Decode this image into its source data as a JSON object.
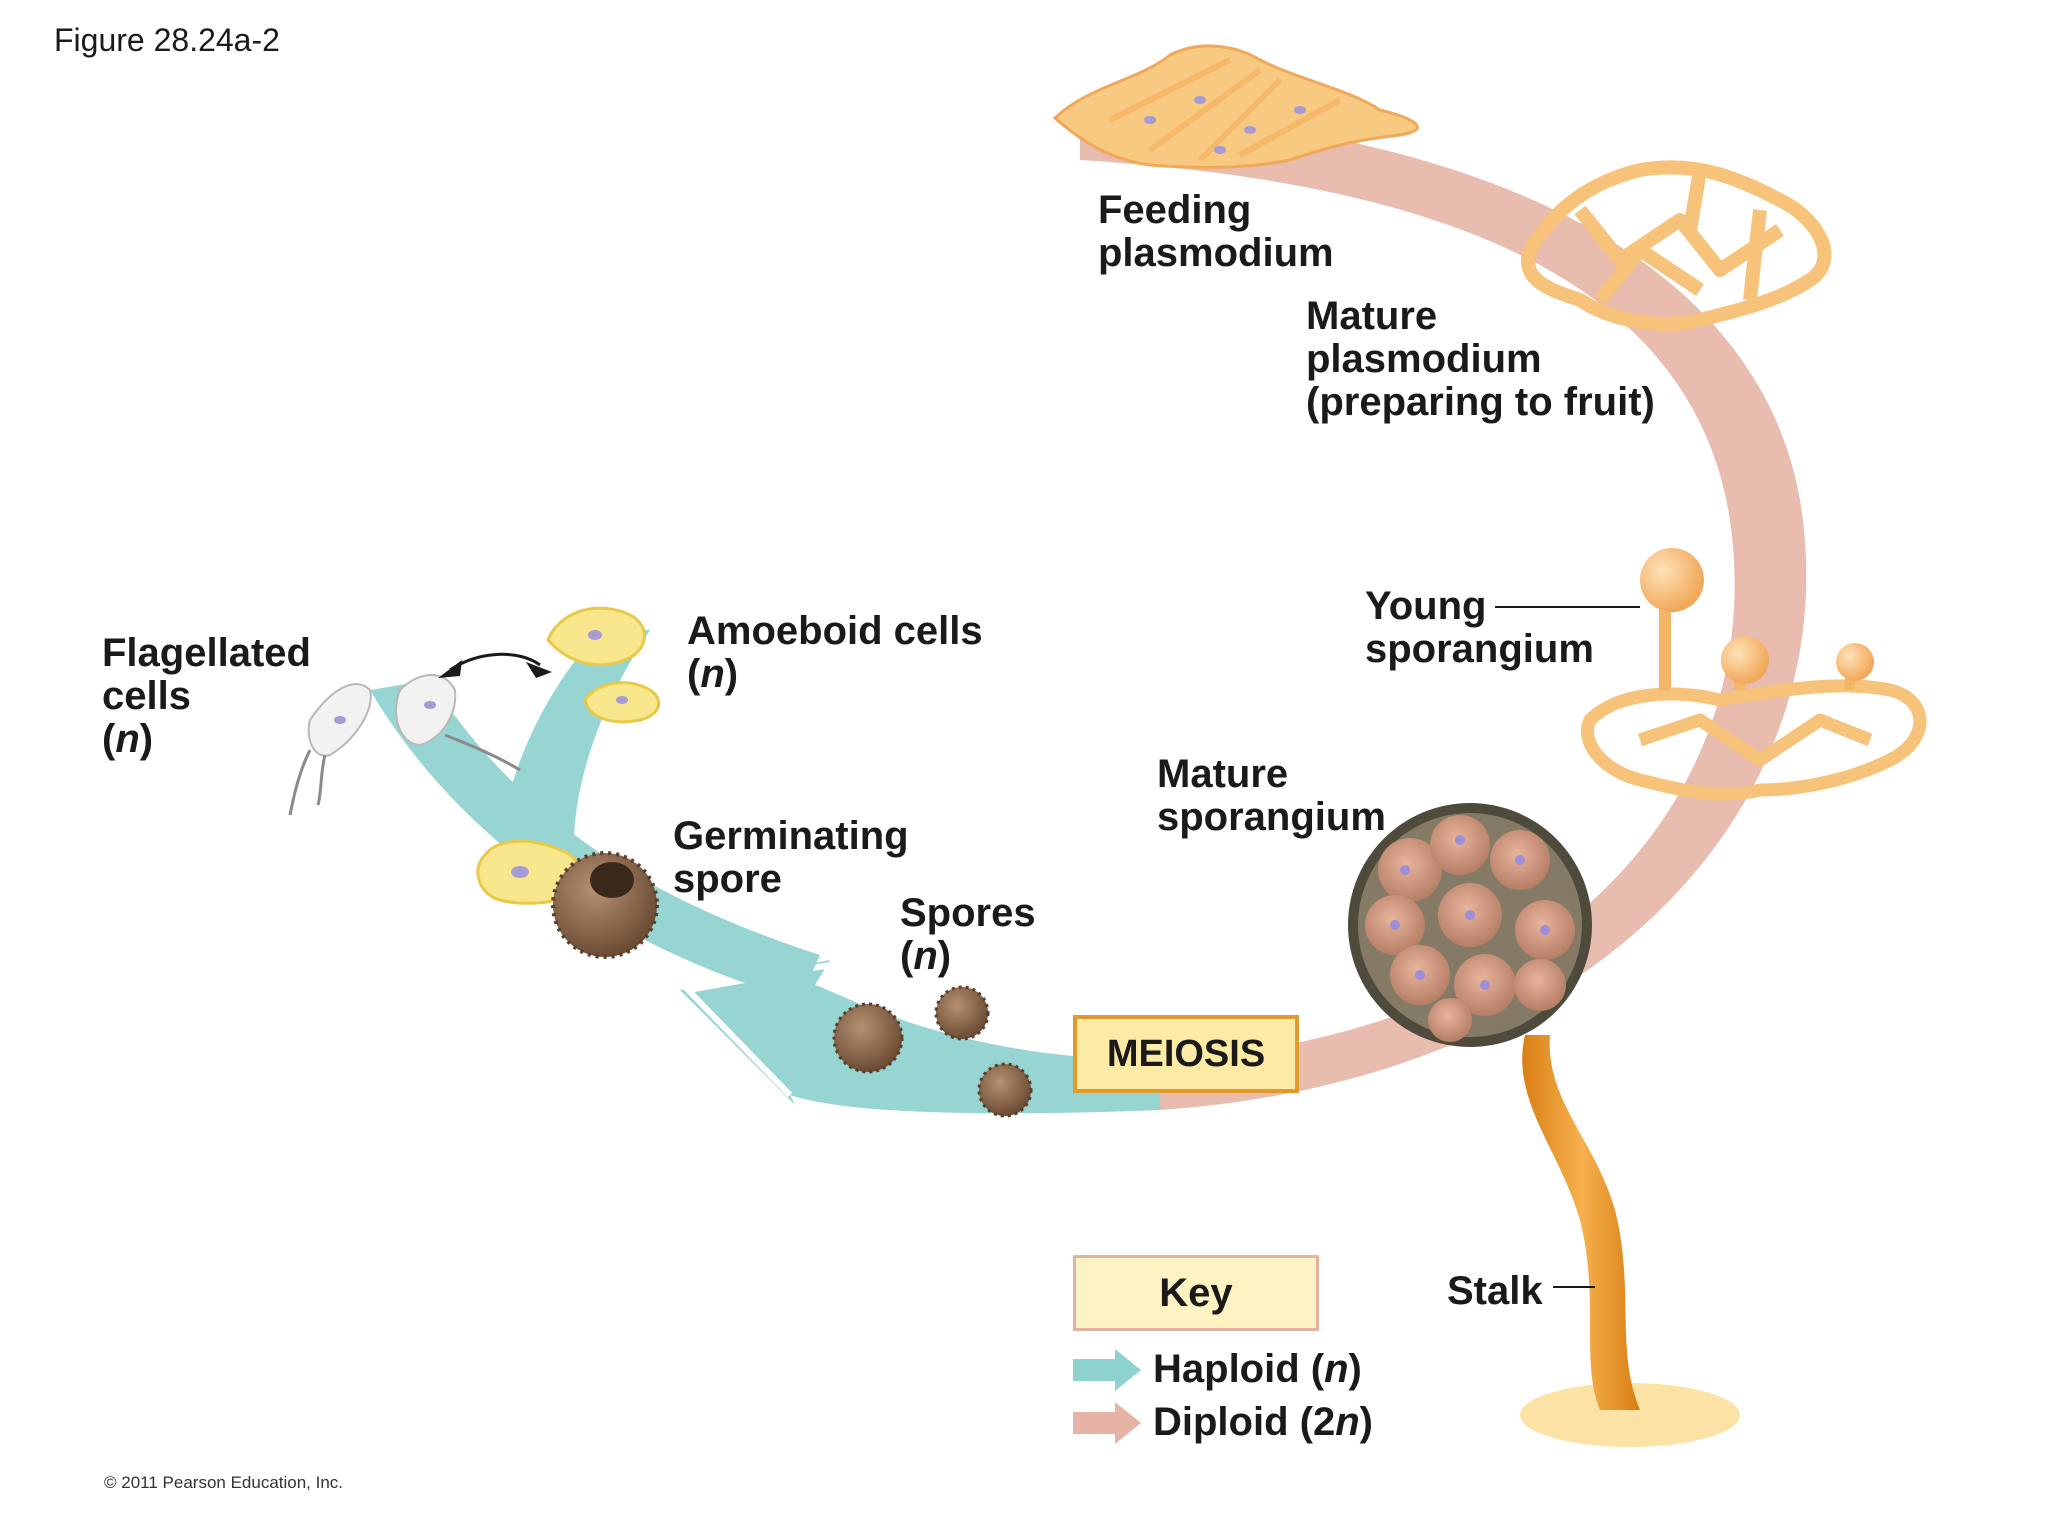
{
  "figure_title": "Figure 28.24a-2",
  "copyright": "© 2011 Pearson Education, Inc.",
  "labels": {
    "feeding_plasmodium": [
      "Feeding",
      "plasmodium"
    ],
    "mature_plasmodium": [
      "Mature",
      "plasmodium",
      "(preparing to fruit)"
    ],
    "young_sporangium": [
      "Young",
      "sporangium"
    ],
    "mature_sporangium": [
      "Mature",
      "sporangium"
    ],
    "spores": [
      "Spores",
      "(",
      "n",
      ")"
    ],
    "germinating_spore": [
      "Germinating",
      "spore"
    ],
    "amoeboid_cells": [
      "Amoeboid cells",
      "(",
      "n",
      ")"
    ],
    "flagellated_cells": [
      "Flagellated",
      "cells",
      "(",
      "n",
      ")"
    ],
    "stalk": "Stalk",
    "meiosis": "MEIOSIS"
  },
  "key": {
    "title": "Key",
    "haploid": {
      "label": "Haploid (",
      "italic": "n",
      "suffix": ")",
      "color": "#8fd3d1"
    },
    "diploid": {
      "label": "Diploid (2",
      "italic": "n",
      "suffix": ")",
      "color": "#e5b4a6"
    }
  },
  "colors": {
    "haploid_arrow": "#97d5d3",
    "diploid_arrow": "#e8bcae",
    "plasmodium": "#f8c980",
    "spore": "#8a6a4e",
    "stalk": "#ee9a2e"
  }
}
